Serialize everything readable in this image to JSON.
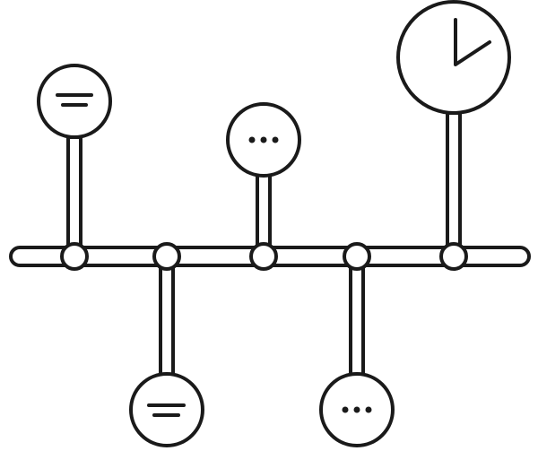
{
  "illustration": {
    "subject": "timeline",
    "line_color": "#1a1a1a",
    "background_color": "#ffffff",
    "nodes": [
      {
        "side": "top",
        "icon": "text-lines-icon"
      },
      {
        "side": "bottom",
        "icon": "text-lines-icon"
      },
      {
        "side": "top",
        "icon": "ellipsis-icon"
      },
      {
        "side": "bottom",
        "icon": "ellipsis-icon"
      },
      {
        "side": "top",
        "icon": "clock-icon"
      }
    ]
  }
}
